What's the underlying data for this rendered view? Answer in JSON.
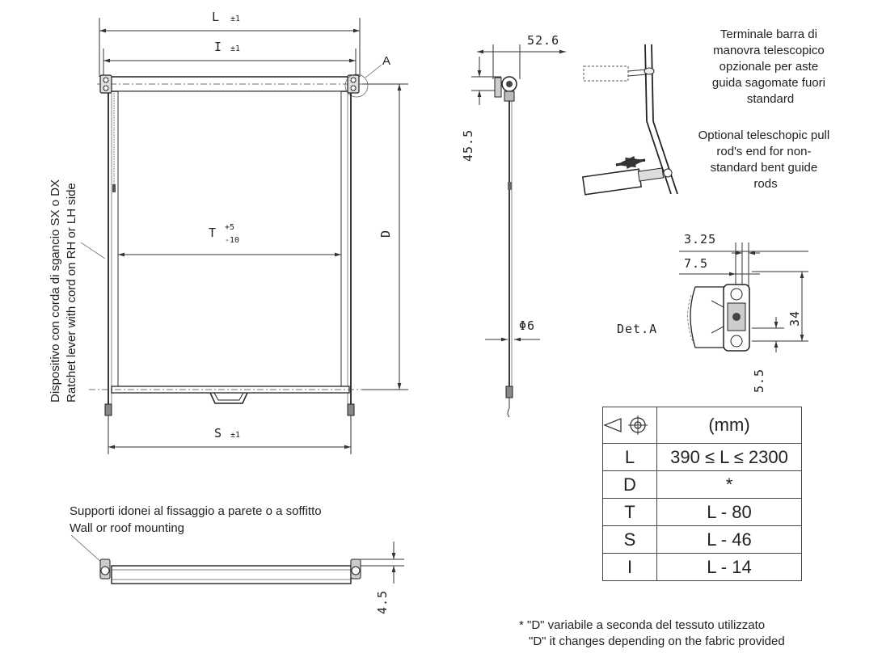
{
  "front_view": {
    "dim_L": "L",
    "dim_L_tol": "±1",
    "dim_I": "I",
    "dim_I_tol": "±1",
    "dim_T": "T",
    "dim_T_tol_plus": "+5",
    "dim_T_tol_minus": "-10",
    "dim_D": "D",
    "dim_S": "S",
    "dim_S_tol": "±1",
    "detail_ref": "A",
    "side_note_it": "Dispositivo con corda di sgancio SX o DX",
    "side_note_en": "Ratchet lever with cord on RH or LH side"
  },
  "side_view": {
    "dim_top": "52.6",
    "dim_height": "45.5",
    "dim_rod": "Φ6"
  },
  "telescopic_note": {
    "it_lines": [
      "Terminale barra di",
      "manovra telescopico",
      "opzionale per aste",
      "guida sagomate fuori",
      "standard"
    ],
    "en_lines": [
      "Optional teleschopic pull",
      "rod's end for non-",
      "standard bent guide",
      "rods"
    ]
  },
  "detail_a": {
    "label": "Det.A",
    "dim_325": "3.25",
    "dim_75": "7.5",
    "dim_34": "34",
    "dim_55": "5.5"
  },
  "mounting": {
    "note_it": "Supporti idonei al fissaggio a parete o a soffitto",
    "note_en": "Wall or roof mounting",
    "dim_height": "4.5"
  },
  "table": {
    "header": "(mm)",
    "rows": [
      {
        "key": "L",
        "value": "390 ≤ L ≤ 2300"
      },
      {
        "key": "D",
        "value": "*"
      },
      {
        "key": "T",
        "value": "L - 80"
      },
      {
        "key": "S",
        "value": "L - 46"
      },
      {
        "key": "I",
        "value": "L - 14"
      }
    ]
  },
  "footnote": {
    "it": "* \"D\" variabile a seconda del tessuto utilizzato",
    "en": "\"D\" it changes depending on the fabric provided"
  }
}
